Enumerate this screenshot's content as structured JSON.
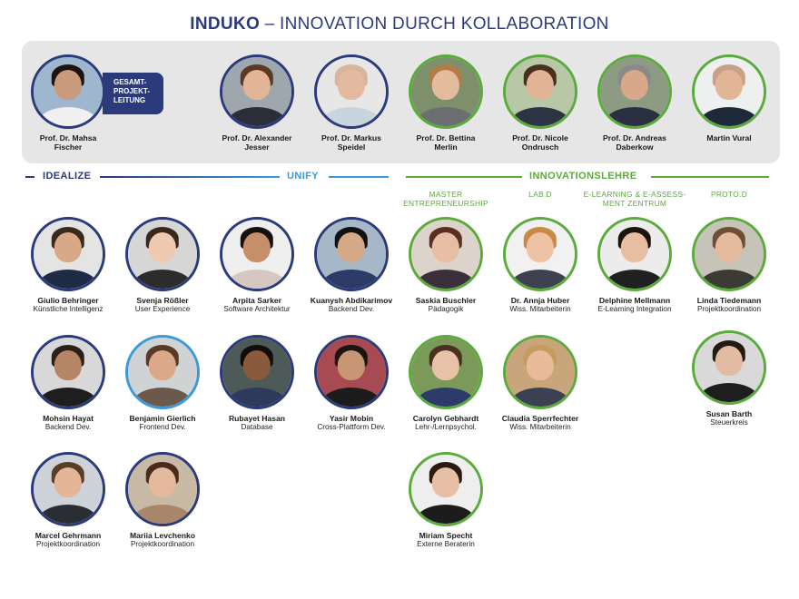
{
  "header": {
    "title_brand": "INDUKO",
    "title_rest": " – INNOVATION DURCH KOLLABORATION"
  },
  "lead": {
    "badge": [
      "GESAMT-",
      "PROJEKT-",
      "LEITUNG"
    ],
    "members": [
      {
        "name": [
          "Prof. Dr. Mahsa",
          "Fischer"
        ],
        "ring": "#2b3a7a",
        "skin": "#c99a7c",
        "hair": "#1e140e",
        "shirt": "#f0f0f0",
        "bg": "#9fb6cf"
      },
      {
        "name": [
          "Prof. Dr. Alexander",
          "Jesser"
        ],
        "ring": "#2b3a7a",
        "skin": "#e2b596",
        "hair": "#5a3a22",
        "shirt": "#2a2e3a",
        "bg": "#9ea7ad"
      },
      {
        "name": [
          "Prof. Dr. Markus",
          "Speidel"
        ],
        "ring": "#2b3a7a",
        "skin": "#e3b9a0",
        "hair": "#d9b59b",
        "shirt": "#c8d4de",
        "bg": "#e7e7e7"
      },
      {
        "name": [
          "Prof. Dr. Bettina",
          "Merlin"
        ],
        "ring": "#5aab3b",
        "skin": "#e5bb9d",
        "hair": "#b37b45",
        "shirt": "#6b6f72",
        "bg": "#7d8f6b"
      },
      {
        "name": [
          "Prof. Dr. Nicole",
          "Ondrusch"
        ],
        "ring": "#5aab3b",
        "skin": "#e0b495",
        "hair": "#4a2e20",
        "shirt": "#2c3342",
        "bg": "#b8c7a6"
      },
      {
        "name": [
          "Prof. Dr. Andreas",
          "Daberkow"
        ],
        "ring": "#5aab3b",
        "skin": "#d9a88a",
        "hair": "#8a8a8a",
        "shirt": "#2a3042",
        "bg": "#8d9b82"
      },
      {
        "name": [
          "Martin Vural"
        ],
        "ring": "#5aab3b",
        "skin": "#e1b697",
        "hair": "#c8a088",
        "shirt": "#1e2a3a",
        "bg": "#eef0f0"
      }
    ]
  },
  "sections": {
    "idealize": "IDEALIZE",
    "unify": "UNIFY",
    "innovationslehre": "INNOVATIONSLEHRE",
    "sub": {
      "master": [
        "MASTER",
        "ENTREPRENEURSHIP"
      ],
      "labd": [
        "LAB.D"
      ],
      "elearning": [
        "E-LEARNING & E-ASSESS-",
        "MENT ZENTRUM"
      ],
      "protod": [
        "PROTO.D"
      ]
    }
  },
  "team": [
    {
      "name": "Giulio Behringer",
      "role": "Künstliche Intelligenz",
      "ring": "#2b3a7a",
      "skin": "#d8a887",
      "hair": "#3a2a1e",
      "shirt": "#1f2a44",
      "bg": "#e4e4e4"
    },
    {
      "name": "Svenja Rößler",
      "role": "User Experience",
      "ring": "#2b3a7a",
      "skin": "#efc9b0",
      "hair": "#3b281c",
      "shirt": "#2c2c2c",
      "bg": "#d6d6d6"
    },
    {
      "name": "Arpita Sarker",
      "role": "Software Architektur",
      "ring": "#2b3a7a",
      "skin": "#c68e69",
      "hair": "#17110d",
      "shirt": "#d7c7c1",
      "bg": "#efefef"
    },
    {
      "name": "Kuanysh Abdikarimov",
      "role": "Backend Dev.",
      "ring": "#2b3a7a",
      "skin": "#d5a886",
      "hair": "#111111",
      "shirt": "#2b3a66",
      "bg": "#a6b7c8"
    },
    {
      "name": "Saskia Buschler",
      "role": "Pädagogik",
      "ring": "#5aab3b",
      "skin": "#e7bea3",
      "hair": "#5a2e22",
      "shirt": "#3a2f3a",
      "bg": "#dcd3cb"
    },
    {
      "name": "Dr. Annja Huber",
      "role": "Wiss. Mitarbeiterin",
      "ring": "#5aab3b",
      "skin": "#eec2a5",
      "hair": "#c98a44",
      "shirt": "#3e4150",
      "bg": "#f1f1f1"
    },
    {
      "name": "Delphine Mellmann",
      "role": "E-Learning Integration",
      "ring": "#5aab3b",
      "skin": "#e8bea2",
      "hair": "#1d140f",
      "shirt": "#1f2022",
      "bg": "#ececec"
    },
    {
      "name": "Linda Tiedemann",
      "role": "Projektkoordination",
      "ring": "#5aab3b",
      "skin": "#e5bb9f",
      "hair": "#6e4e35",
      "shirt": "#3b3a33",
      "bg": "#c6c3b8"
    },
    {
      "name": "Mohsin Hayat",
      "role": "Backend Dev.",
      "ring": "#2b3a7a",
      "skin": "#b58566",
      "hair": "#2b211a",
      "shirt": "#1e1e1e",
      "bg": "#d8d8d8"
    },
    {
      "name": "Benjamin Gierlich",
      "role": "Frontend Dev.",
      "ring": "#3a9ad9",
      "skin": "#dba989",
      "hair": "#5b3a25",
      "shirt": "#6b5a4b",
      "bg": "#cfd3d4"
    },
    {
      "name": "Rubayet Hasan",
      "role": "Database",
      "ring": "#2b3a7a",
      "skin": "#8a5a3c",
      "hair": "#120d0a",
      "shirt": "#2d3a5c",
      "bg": "#4d5a58"
    },
    {
      "name": "Yasir Mobin",
      "role": "Cross-Plattform Dev.",
      "ring": "#2b3a7a",
      "skin": "#c89674",
      "hair": "#1b1410",
      "shirt": "#1c1c1c",
      "bg": "#a84a52"
    },
    {
      "name": "Carolyn Gebhardt",
      "role": "Lehr-/Lernpsychol.",
      "ring": "#5aab3b",
      "skin": "#e8c2a6",
      "hair": "#4b3020",
      "shirt": "#2d3b6a",
      "bg": "#7b9a5a"
    },
    {
      "name": "Claudia Sperrfechter",
      "role": "Wiss. Mitarbeiterin",
      "ring": "#5aab3b",
      "skin": "#e8bc9a",
      "hair": "#c79a5e",
      "shirt": "#3b4152",
      "bg": "#c9a57c"
    },
    {
      "name": "Susan Barth",
      "role": "Steuerkreis",
      "ring": "#5aab3b",
      "skin": "#e2bca2",
      "hair": "#241a14",
      "shirt": "#1e1e1e",
      "bg": "#d9d9d9"
    },
    {
      "name": "Marcel Gehrmann",
      "role": "Projektkoordination",
      "ring": "#2b3a7a",
      "skin": "#e5b597",
      "hair": "#5a3e26",
      "shirt": "#2a2d33",
      "bg": "#cdd3d8"
    },
    {
      "name": "Mariia Levchenko",
      "role": "Projektkoordination",
      "ring": "#2b3a7a",
      "skin": "#e4b89c",
      "hair": "#4a2a1a",
      "shirt": "#a9856a",
      "bg": "#c8b9a5"
    },
    {
      "name": "Miriam Specht",
      "role": "Externe Beraterin",
      "ring": "#5aab3b",
      "skin": "#e6bfa4",
      "hair": "#2a1a12",
      "shirt": "#1c1c1c",
      "bg": "#eeeeee"
    }
  ]
}
